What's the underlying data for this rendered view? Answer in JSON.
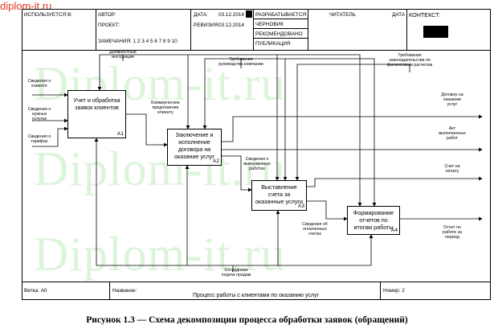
{
  "watermark_top": "diplom-it.ru",
  "watermark_big": "Diplom-it.ru",
  "header": {
    "used_at": "ИСПОЛЬЗУЕТСЯ В:",
    "author": "АВТОР:",
    "project": "ПРОЕКТ:",
    "date_label": "ДАТА:",
    "date_value": "03.12.2014",
    "revision_label": "РЕВИЗИЯ:",
    "revision_value": "03.12.2014",
    "notes": "ЗАМЕЧАНИЯ: 1 2 3 4 5 6 7 8 9 10",
    "status": [
      "РАЗРАБАТЫВАЕТСЯ",
      "ЧЕРНОВИК",
      "РЕКОМЕНДОВАНО",
      "ПУБЛИКАЦИЯ"
    ],
    "reader": "ЧИТАТЕЛЬ",
    "date2": "ДАТА",
    "context": "КОНТЕКСТ:"
  },
  "boxes": [
    {
      "label": "Учет и обработка заявок клиентов",
      "num": "A1"
    },
    {
      "label": "Заключение и исполнение договора на оказание услуг",
      "num": "A2"
    },
    {
      "label": "Выставление счета за оказанные услуги",
      "num": "A3"
    },
    {
      "label": "Формирование отчетов по итогам работы",
      "num": "A4"
    }
  ],
  "arrows": {
    "in_client": "Сведения о клиенте",
    "in_services": "Сведения о нужных услугах",
    "in_tariffs": "Сведения о тарифах",
    "ctrl_instr": "Должностные инструкции",
    "ctrl_mgmt": "Требования руководства компании",
    "ctrl_law": "Требования законодательства по финансовым расчетам",
    "commercial": "Коммерческое предложение клиенту",
    "completed": "Сведения о выполненных работах",
    "paid": "Сведения об оплаченных счетах",
    "staff": "Сотрудники отдела продаж",
    "out_contract": "Договор на оказание услуг",
    "out_act": "Акт выполненных работ",
    "out_invoice": "Счет на оплату",
    "out_report": "Отчет по работе за период"
  },
  "footer": {
    "node_label": "Ветка:",
    "node_value": "А0",
    "name_label": "Название:",
    "title": "Процесс работы с клиентами по оказанию услуг",
    "number_label": "Номер:",
    "number_value": "2"
  },
  "caption": "Рисунок 1.3   — Схема декомпозиции процесса обработки заявок (обращений)"
}
